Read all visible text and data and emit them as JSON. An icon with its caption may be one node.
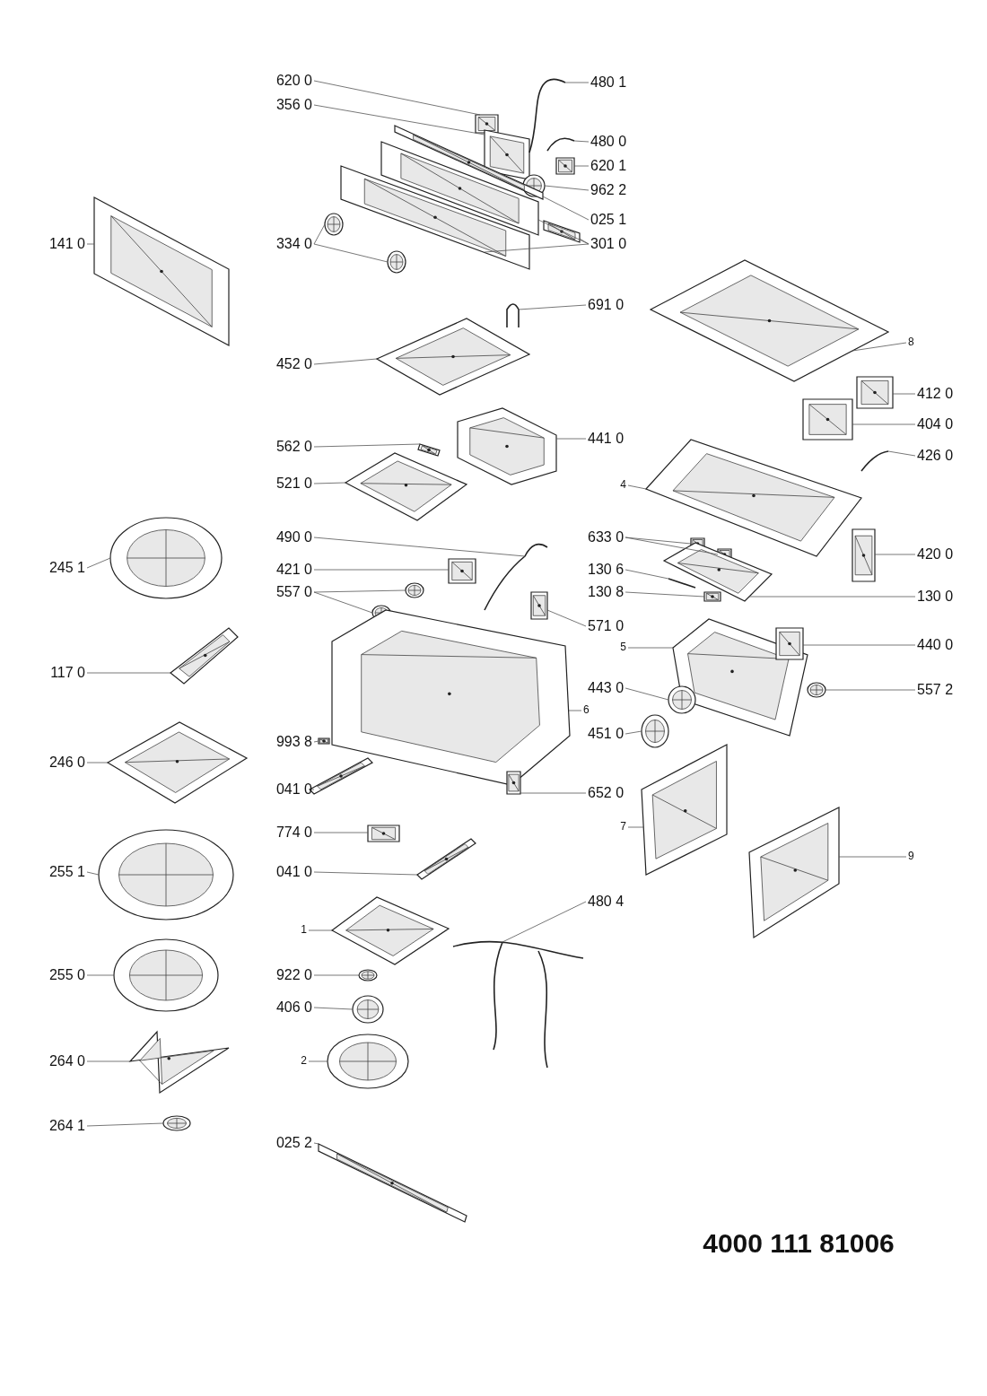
{
  "diagram": {
    "nodes": [
      {
        "text": [
          "141 0"
        ]
      },
      {
        "text": [],
        "shape": "picture"
      },
      {
        "text": [
          "620 0"
        ]
      },
      {
        "text": [],
        "shape": "picture"
      },
      {
        "text": [
          "356 0"
        ]
      },
      {
        "text": [],
        "shape": "picture"
      },
      {
        "text": [
          "480 1"
        ]
      },
      {
        "text": [],
        "shape": "picture"
      },
      {
        "text": [
          "480 0"
        ]
      },
      {
        "text": [],
        "shape": "picture"
      },
      {
        "text": [
          "620 1"
        ]
      },
      {
        "text": [],
        "shape": "picture"
      },
      {
        "text": [
          "962 2"
        ]
      },
      {
        "text": [],
        "shape": "picture"
      },
      {
        "text": [
          "025 1"
        ]
      },
      {
        "text": [],
        "shape": "picture"
      },
      {
        "text": [
          "334 0"
        ]
      },
      {
        "text": [],
        "shape": "picture"
      },
      {
        "text": [],
        "shape": "picture"
      },
      {
        "text": [
          "301 0"
        ]
      },
      {
        "text": [],
        "shape": "picture"
      },
      {
        "text": [],
        "shape": "picture"
      },
      {
        "text": [],
        "shape": "picture"
      },
      {
        "text": [
          "691 0"
        ]
      },
      {
        "text": [],
        "shape": "picture"
      },
      {
        "text": [
          "452 0"
        ]
      },
      {
        "text": [],
        "shape": "picture"
      },
      {
        "text": [
          "562 0"
        ]
      },
      {
        "text": [],
        "shape": "picture"
      },
      {
        "text": [
          "521 0"
        ]
      },
      {
        "text": [],
        "shape": "picture"
      },
      {
        "text": [
          "441 0"
        ]
      },
      {
        "text": [],
        "shape": "picture"
      },
      {
        "text": [
          "8"
        ]
      },
      {
        "text": [],
        "shape": "picture"
      },
      {
        "text": [
          "412 0"
        ]
      },
      {
        "text": [],
        "shape": "picture"
      },
      {
        "text": [
          "404 0"
        ]
      },
      {
        "text": [],
        "shape": "picture"
      },
      {
        "text": [
          "426 0"
        ]
      },
      {
        "text": [],
        "shape": "picture"
      },
      {
        "text": [
          "4"
        ]
      },
      {
        "text": [],
        "shape": "picture"
      },
      {
        "text": [
          "245 1"
        ]
      },
      {
        "text": [],
        "shape": "picture"
      },
      {
        "text": [
          "490 0"
        ]
      },
      {
        "text": [],
        "shape": "picture"
      },
      {
        "text": [
          "421 0"
        ]
      },
      {
        "text": [],
        "shape": "picture"
      },
      {
        "text": [
          "557 0"
        ]
      },
      {
        "text": [],
        "shape": "picture"
      },
      {
        "text": [],
        "shape": "picture"
      },
      {
        "text": [
          "633 0"
        ]
      },
      {
        "text": [],
        "shape": "picture"
      },
      {
        "text": [],
        "shape": "picture"
      },
      {
        "text": [
          "420 0"
        ]
      },
      {
        "text": [],
        "shape": "picture"
      },
      {
        "text": [
          "130 6"
        ]
      },
      {
        "text": [],
        "shape": "picture"
      },
      {
        "text": [
          "130 8"
        ]
      },
      {
        "text": [],
        "shape": "picture"
      },
      {
        "text": [
          "130 0"
        ]
      },
      {
        "text": [],
        "shape": "picture"
      },
      {
        "text": [
          "571 0"
        ]
      },
      {
        "text": [],
        "shape": "picture"
      },
      {
        "text": [
          "117 0"
        ]
      },
      {
        "text": [],
        "shape": "picture"
      },
      {
        "text": [
          "5"
        ]
      },
      {
        "text": [],
        "shape": "picture"
      },
      {
        "text": [
          "440 0"
        ]
      },
      {
        "text": [],
        "shape": "picture"
      },
      {
        "text": [
          "557 2"
        ]
      },
      {
        "text": [],
        "shape": "picture"
      },
      {
        "text": [
          "6"
        ]
      },
      {
        "text": [],
        "shape": "picture"
      },
      {
        "text": [
          "443 0"
        ]
      },
      {
        "text": [],
        "shape": "picture"
      },
      {
        "text": [
          "451 0"
        ]
      },
      {
        "text": [],
        "shape": "picture"
      },
      {
        "text": [
          "993 8"
        ]
      },
      {
        "text": [],
        "shape": "picture"
      },
      {
        "text": [
          "246 0"
        ]
      },
      {
        "text": [],
        "shape": "picture"
      },
      {
        "text": [
          "041 0"
        ]
      },
      {
        "text": [],
        "shape": "picture"
      },
      {
        "text": [
          "652 0"
        ]
      },
      {
        "text": [],
        "shape": "picture"
      },
      {
        "text": [
          "7"
        ]
      },
      {
        "text": [],
        "shape": "picture"
      },
      {
        "text": [
          "774 0"
        ]
      },
      {
        "text": [],
        "shape": "picture"
      },
      {
        "text": [
          "9"
        ]
      },
      {
        "text": [],
        "shape": "picture"
      },
      {
        "text": [
          "255 1"
        ]
      },
      {
        "text": [],
        "shape": "picture"
      },
      {
        "text": [
          "041 0"
        ]
      },
      {
        "text": [],
        "shape": "picture"
      },
      {
        "text": [
          "480 4"
        ]
      },
      {
        "text": [],
        "shape": "picture"
      },
      {
        "text": [
          "1"
        ]
      },
      {
        "text": [],
        "shape": "picture"
      },
      {
        "text": [
          "255 0"
        ]
      },
      {
        "text": [],
        "shape": "picture"
      },
      {
        "text": [
          "922 0"
        ]
      },
      {
        "text": [],
        "shape": "picture"
      },
      {
        "text": [
          "406 0"
        ]
      },
      {
        "text": [],
        "shape": "picture"
      },
      {
        "text": [
          "264 0"
        ]
      },
      {
        "text": [],
        "shape": "picture"
      },
      {
        "text": [
          "2"
        ]
      },
      {
        "text": [],
        "shape": "picture"
      },
      {
        "text": [
          "264 1"
        ]
      },
      {
        "text": [],
        "shape": "picture"
      },
      {
        "text": [
          "025 2"
        ]
      },
      {
        "text": [],
        "shape": "picture"
      }
    ],
    "edges": [
      {
        "from": 0,
        "to": 1,
        "arrow": "none"
      },
      {
        "from": 2,
        "to": 3,
        "arrow": "none"
      },
      {
        "from": 4,
        "to": 5,
        "arrow": "none"
      },
      {
        "from": 6,
        "to": 7,
        "arrow": "none"
      },
      {
        "from": 8,
        "to": 9,
        "arrow": "none"
      },
      {
        "from": 10,
        "to": 11,
        "arrow": "none"
      },
      {
        "from": 12,
        "to": 13,
        "arrow": "none"
      },
      {
        "from": 14,
        "to": 15,
        "arrow": "none"
      },
      {
        "from": 16,
        "to": 17,
        "arrow": "none"
      },
      {
        "from": 16,
        "to": 18,
        "arrow": "none"
      },
      {
        "from": 19,
        "to": 20,
        "arrow": "none"
      },
      {
        "from": 19,
        "to": 21,
        "arrow": "none"
      },
      {
        "from": 19,
        "to": 22,
        "arrow": "none"
      },
      {
        "from": 23,
        "to": 24,
        "arrow": "none"
      },
      {
        "from": 25,
        "to": 26,
        "arrow": "none"
      },
      {
        "from": 27,
        "to": 28,
        "arrow": "none"
      },
      {
        "from": 29,
        "to": 30,
        "arrow": "none"
      },
      {
        "from": 31,
        "to": 32,
        "arrow": "none"
      },
      {
        "from": 33,
        "to": 34,
        "arrow": "none"
      },
      {
        "from": 35,
        "to": 36,
        "arrow": "none"
      },
      {
        "from": 37,
        "to": 38,
        "arrow": "none"
      },
      {
        "from": 39,
        "to": 40,
        "arrow": "none"
      },
      {
        "from": 41,
        "to": 42,
        "arrow": "none"
      },
      {
        "from": 43,
        "to": 44,
        "arrow": "none"
      },
      {
        "from": 45,
        "to": 46,
        "arrow": "none"
      },
      {
        "from": 47,
        "to": 48,
        "arrow": "none"
      },
      {
        "from": 49,
        "to": 50,
        "arrow": "none"
      },
      {
        "from": 49,
        "to": 51,
        "arrow": "none"
      },
      {
        "from": 52,
        "to": 53,
        "arrow": "none"
      },
      {
        "from": 52,
        "to": 54,
        "arrow": "none"
      },
      {
        "from": 55,
        "to": 56,
        "arrow": "none"
      },
      {
        "from": 57,
        "to": 58,
        "arrow": "none"
      },
      {
        "from": 59,
        "to": 60,
        "arrow": "none"
      },
      {
        "from": 61,
        "to": 62,
        "arrow": "none"
      },
      {
        "from": 63,
        "to": 64,
        "arrow": "none"
      },
      {
        "from": 65,
        "to": 66,
        "arrow": "none"
      },
      {
        "from": 67,
        "to": 68,
        "arrow": "none"
      },
      {
        "from": 69,
        "to": 70,
        "arrow": "none"
      },
      {
        "from": 71,
        "to": 72,
        "arrow": "none"
      },
      {
        "from": 73,
        "to": 74,
        "arrow": "none"
      },
      {
        "from": 75,
        "to": 76,
        "arrow": "none"
      },
      {
        "from": 77,
        "to": 78,
        "arrow": "none"
      },
      {
        "from": 79,
        "to": 80,
        "arrow": "none"
      },
      {
        "from": 81,
        "to": 82,
        "arrow": "none"
      },
      {
        "from": 83,
        "to": 84,
        "arrow": "none"
      },
      {
        "from": 85,
        "to": 86,
        "arrow": "none"
      },
      {
        "from": 87,
        "to": 88,
        "arrow": "none"
      },
      {
        "from": 89,
        "to": 90,
        "arrow": "none"
      },
      {
        "from": 91,
        "to": 92,
        "arrow": "none"
      },
      {
        "from": 93,
        "to": 94,
        "arrow": "none"
      },
      {
        "from": 95,
        "to": 96,
        "arrow": "none"
      },
      {
        "from": 97,
        "to": 98,
        "arrow": "none"
      },
      {
        "from": 99,
        "to": 100,
        "arrow": "none"
      },
      {
        "from": 101,
        "to": 102,
        "arrow": "none"
      },
      {
        "from": 103,
        "to": 104,
        "arrow": "none"
      },
      {
        "from": 105,
        "to": 106,
        "arrow": "none"
      },
      {
        "from": 107,
        "to": 108,
        "arrow": "none"
      },
      {
        "from": 109,
        "to": 110,
        "arrow": "none"
      },
      {
        "from": 111,
        "to": 112,
        "arrow": "none"
      },
      {
        "from": 113,
        "to": 114,
        "arrow": "none"
      }
    ],
    "labels": [
      "4000 111 81006"
    ]
  }
}
